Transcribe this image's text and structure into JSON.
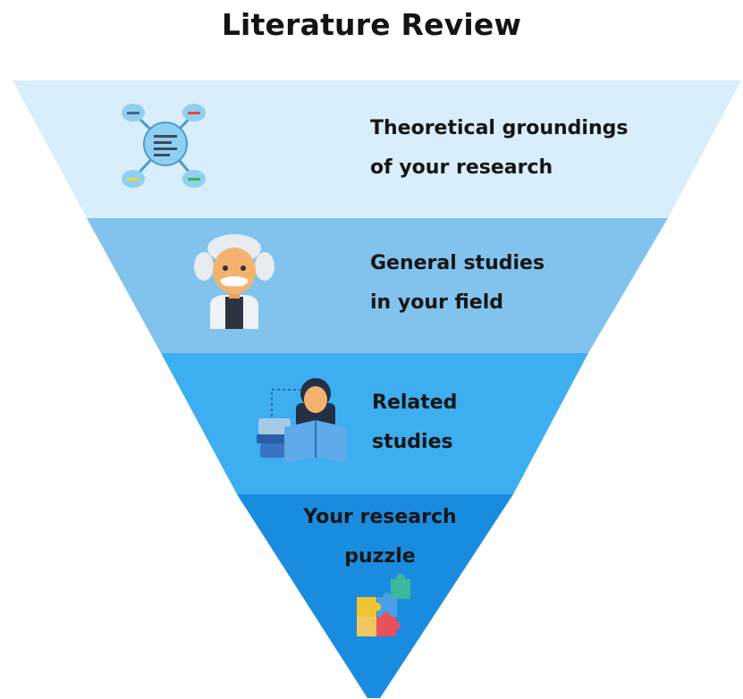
{
  "title": "Literature Review",
  "colors": {
    "tier1": "#d9eefb",
    "tier2": "#81c3ec",
    "tier3": "#3daeef",
    "tier4": "#1a8ce0",
    "text": "#151515"
  },
  "tiers": [
    {
      "line1": "Theoretical groundings",
      "line2": "of your research",
      "icon": "mind-map-icon"
    },
    {
      "line1": "General studies",
      "line2": "in your field",
      "icon": "scientist-icon"
    },
    {
      "line1": "Related",
      "line2": "studies",
      "icon": "reading-person-icon"
    },
    {
      "line1": "Your research",
      "line2": "puzzle",
      "icon": "puzzle-icon"
    }
  ]
}
